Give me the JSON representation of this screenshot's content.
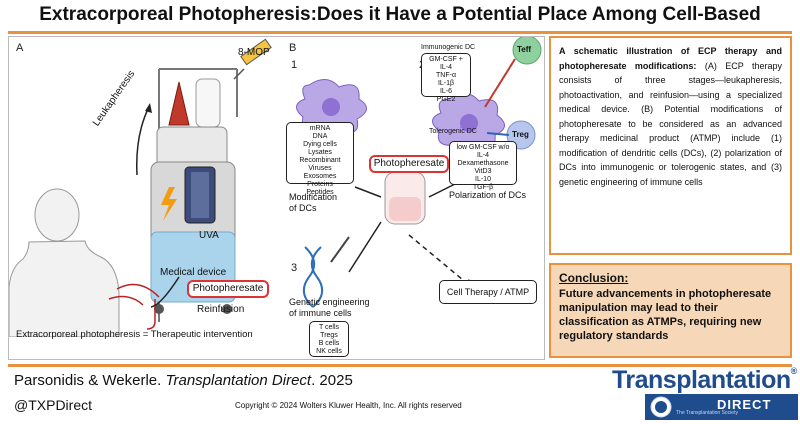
{
  "title": "Extracorporeal Photopheresis:Does it Have a Potential Place Among Cell-Based Therapies?",
  "panel_a": {
    "label": "A",
    "drug": "8-MOP",
    "leukapheresis": "Leukapheresis",
    "uva": "UVA",
    "device": "Medical device",
    "photopheresate": "Photopheresate",
    "reinfusion": "Reinfusion",
    "caption": "Extracorporeal photopheresis = Therapeutic intervention"
  },
  "panel_b": {
    "label": "B",
    "n1": "1",
    "n2": "2",
    "n3": "3",
    "modification_list": [
      "mRNA",
      "DNA",
      "Dying cells",
      "Lysates",
      "Recombinant Viruses",
      "Exosomes",
      "Proteins",
      "Peptides"
    ],
    "modification_title": "Modification\nof DCs",
    "immunogenic_title": "Immunogenic DC",
    "immunogenic_list": [
      "GM-CSF + IL-4",
      "TNF-α",
      "IL-1β",
      "IL-6",
      "PGE2"
    ],
    "teff": "Teff",
    "treg": "Treg",
    "tolerogenic_title": "Tolerogenic DC",
    "tolerogenic_list": [
      "low GM-CSF w/o IL-4",
      "Dexamethasone",
      "VitD3",
      "IL-10",
      "TGF-β"
    ],
    "polarization_title": "Polarization of DCs",
    "photopheresate": "Photopheresate",
    "genetic_title": "Genetic engineering\nof immune cells",
    "genetic_list": [
      "T cells",
      "Tregs",
      "B cells",
      "NK cells"
    ],
    "cell_therapy": "Cell Therapy / ATMP"
  },
  "summary": {
    "lead": "A schematic illustration of ECP therapy and photopheresate modifications:",
    "body": " (A) ECP therapy consists of three stages—leukapheresis, photoactivation, and reinfusion—using a specialized medical device. (B) Potential modifications of photopheresate to be considered as an advanced therapy medicinal product (ATMP) include (1) modification of dendritic cells (DCs), (2) polarization of DCs into immunogenic or tolerogenic states, and (3) genetic engineering of immune cells"
  },
  "conclusion": {
    "heading": "Conclusion:",
    "text": "Future advancements in photopheresate manipulation may lead to their classification as ATMPs, requiring new regulatory standards"
  },
  "footer": {
    "authors": "Parsonidis & Wekerle. ",
    "journal": "Transplantation Direct",
    "year": ". 2025",
    "handle": "@TXPDirect",
    "copyright": "Copyright © 2024  Wolters Kluwer Health, Inc. All rights reserved"
  },
  "logo": {
    "word": "Transplantation",
    "reg": "®",
    "direct": "DIRECT",
    "sub": "The Transplantation Society"
  },
  "colors": {
    "accent": "#e8913f",
    "conclusion_bg": "#f6d7b8",
    "brand_blue": "#1f4c8c",
    "red": "#d33333"
  }
}
